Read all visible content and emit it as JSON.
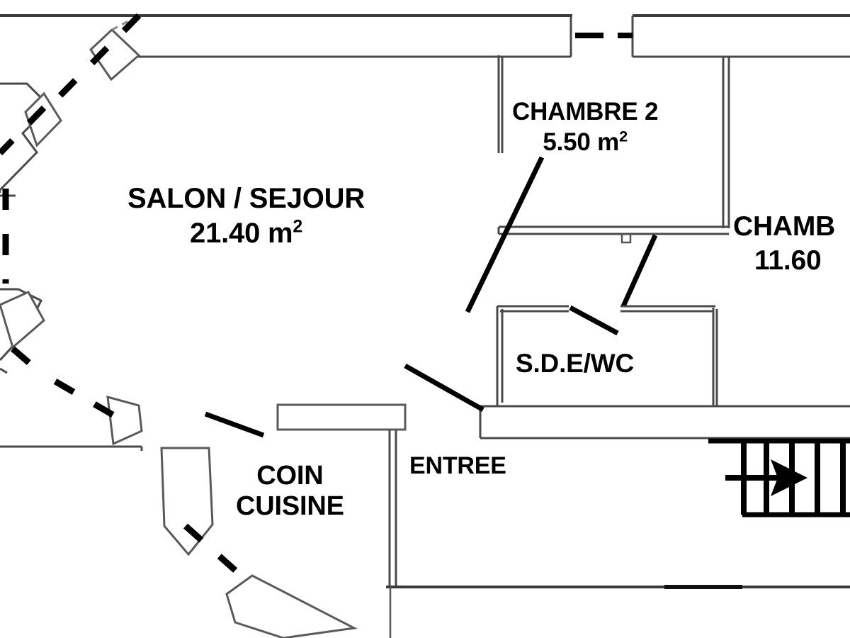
{
  "document": {
    "type": "architectural-floor-plan",
    "style": "scanned black and white line drawing"
  },
  "rooms": [
    {
      "id": "salon",
      "name": "SALON / SEJOUR",
      "area": "21.40 m",
      "area_unit_exponent": "2",
      "area_value": 21.4
    },
    {
      "id": "chambre2",
      "name": "CHAMBRE 2",
      "area": "5.50 m",
      "area_unit_exponent": "2",
      "area_value": 5.5
    },
    {
      "id": "chambre1",
      "name": "CHAMB",
      "area": "11.60",
      "area_unit_exponent": "",
      "area_value": 11.6,
      "truncated": true
    },
    {
      "id": "sdewc",
      "name": "S.D.E/WC",
      "area": "",
      "area_unit_exponent": ""
    },
    {
      "id": "entree",
      "name": "ENTREE",
      "area": "",
      "area_unit_exponent": ""
    },
    {
      "id": "cuisine",
      "name_line1": "COIN",
      "name_line2": "CUISINE",
      "area": "",
      "area_unit_exponent": ""
    }
  ],
  "features": {
    "staircase": "stairs-with-direction-arrow",
    "doors": "swing-door-leaf-lines",
    "separation": "dashed-property-boundary-line"
  },
  "colors": {
    "background": "#ffffff",
    "wall_dark": "#111111",
    "wall_light": "#4a4a4a",
    "text": "#000000"
  }
}
